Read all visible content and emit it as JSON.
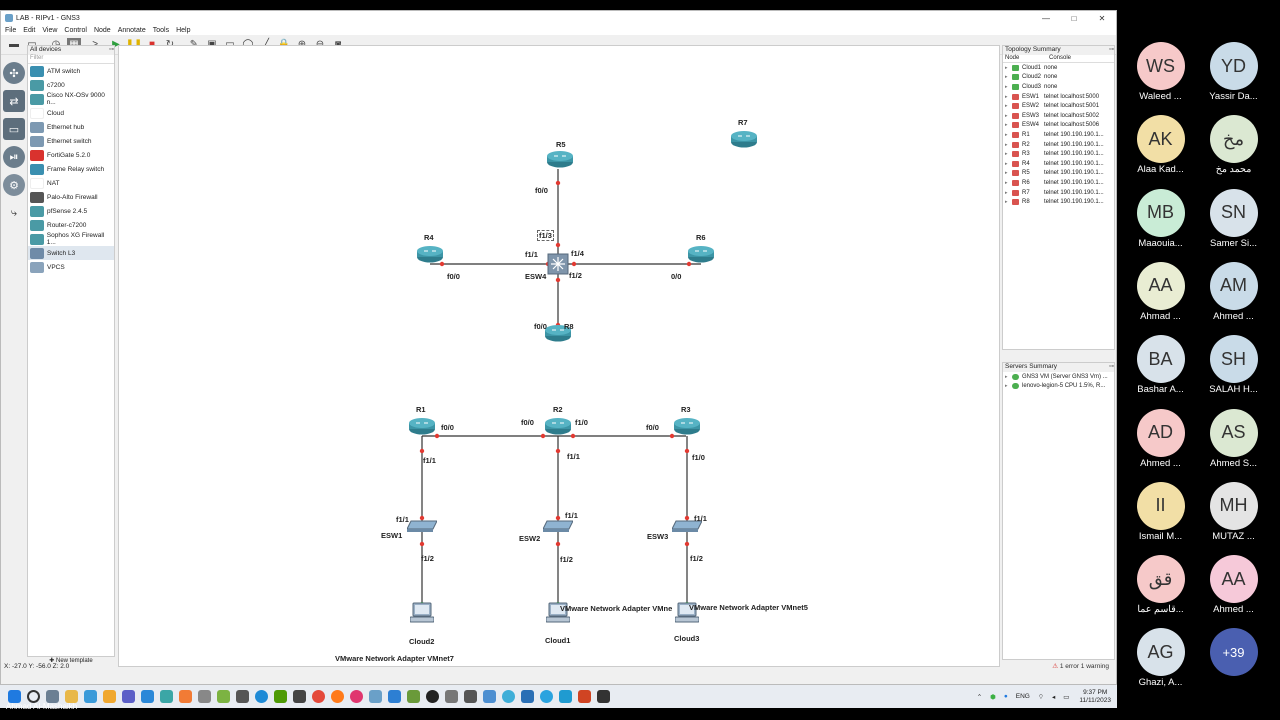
{
  "window": {
    "title": "LAB - RIPv1 - GNS3",
    "controls": [
      "—",
      "□",
      "✕"
    ]
  },
  "menu": [
    "File",
    "Edit",
    "View",
    "Control",
    "Node",
    "Annotate",
    "Tools",
    "Help"
  ],
  "devices_panel": {
    "title": "All devices",
    "filter_placeholder": "Filter",
    "items": [
      {
        "label": "ATM switch",
        "color": "#3a8fb0"
      },
      {
        "label": "c7200",
        "color": "#4a9aa5"
      },
      {
        "label": "Cisco NX-OSv 9000 n...",
        "color": "#4a9aa5"
      },
      {
        "label": "Cloud",
        "color": "#ffffff"
      },
      {
        "label": "Ethernet hub",
        "color": "#7d99b2"
      },
      {
        "label": "Ethernet switch",
        "color": "#7d99b2"
      },
      {
        "label": "FortiGate 5.2.0",
        "color": "#d9322e"
      },
      {
        "label": "Frame Relay switch",
        "color": "#3a8fb0"
      },
      {
        "label": "NAT",
        "color": "#ffffff"
      },
      {
        "label": "Palo-Alto Firewall",
        "color": "#555555"
      },
      {
        "label": "pfSense 2.4.5",
        "color": "#4a9aa5"
      },
      {
        "label": "Router-c7200",
        "color": "#4a9aa5"
      },
      {
        "label": "Sophos XG Firewall 1...",
        "color": "#4a9aa5"
      },
      {
        "label": "Switch L3",
        "color": "#6f8ba8",
        "selected": true
      },
      {
        "label": "VPCS",
        "color": "#8aa3bb"
      }
    ],
    "new_template": "New template"
  },
  "topology": {
    "nodes": [
      {
        "id": "R5",
        "label": "R5",
        "type": "router"
      },
      {
        "id": "R7",
        "label": "R7",
        "type": "router"
      },
      {
        "id": "R4",
        "label": "R4",
        "type": "router"
      },
      {
        "id": "R6",
        "label": "R6",
        "type": "router"
      },
      {
        "id": "ESW4",
        "label": "ESW4",
        "type": "switch-l3"
      },
      {
        "id": "R8",
        "label": "R8",
        "type": "router"
      },
      {
        "id": "R1",
        "label": "R1",
        "type": "router"
      },
      {
        "id": "R2",
        "label": "R2",
        "type": "router"
      },
      {
        "id": "R3",
        "label": "R3",
        "type": "router"
      },
      {
        "id": "ESW1",
        "label": "ESW1",
        "type": "switch"
      },
      {
        "id": "ESW2",
        "label": "ESW2",
        "type": "switch"
      },
      {
        "id": "ESW3",
        "label": "ESW3",
        "type": "switch"
      },
      {
        "id": "Cloud2",
        "label": "Cloud2",
        "type": "host"
      },
      {
        "id": "Cloud1",
        "label": "Cloud1",
        "type": "host"
      },
      {
        "id": "Cloud3",
        "label": "Cloud3",
        "type": "host"
      }
    ],
    "port_labels": [
      "f0/0",
      "f1/3",
      "f1/1",
      "f1/4",
      "f0/0",
      "f1/2",
      "0/0",
      "f0/0",
      "f0/0",
      "f0/0",
      "f1/0",
      "f0/0",
      "f1/1",
      "f1/1",
      "f1/0",
      "f1/1",
      "f1/1",
      "f1/1",
      "f1/2",
      "f1/2",
      "f1/2"
    ],
    "notes": [
      "VMware Network Adapter VMne",
      "VMware Network Adapter VMnet5",
      "VMware Network Adapter VMnet7"
    ]
  },
  "topology_summary": {
    "title": "Topology Summary",
    "col_node": "Node",
    "col_console": "Console",
    "rows": [
      {
        "node": "Cloud1",
        "console": "none",
        "status": "#4caf50"
      },
      {
        "node": "Cloud2",
        "console": "none",
        "status": "#4caf50"
      },
      {
        "node": "Cloud3",
        "console": "none",
        "status": "#4caf50"
      },
      {
        "node": "ESW1",
        "console": "telnet localhost:5000",
        "status": "#d9534f"
      },
      {
        "node": "ESW2",
        "console": "telnet localhost:5001",
        "status": "#d9534f"
      },
      {
        "node": "ESW3",
        "console": "telnet localhost:5002",
        "status": "#d9534f"
      },
      {
        "node": "ESW4",
        "console": "telnet localhost:5006",
        "status": "#d9534f"
      },
      {
        "node": "R1",
        "console": "telnet 190.190.190.1...",
        "status": "#d9534f"
      },
      {
        "node": "R2",
        "console": "telnet 190.190.190.1...",
        "status": "#d9534f"
      },
      {
        "node": "R3",
        "console": "telnet 190.190.190.1...",
        "status": "#d9534f"
      },
      {
        "node": "R4",
        "console": "telnet 190.190.190.1...",
        "status": "#d9534f"
      },
      {
        "node": "R5",
        "console": "telnet 190.190.190.1...",
        "status": "#d9534f"
      },
      {
        "node": "R6",
        "console": "telnet 190.190.190.1...",
        "status": "#d9534f"
      },
      {
        "node": "R7",
        "console": "telnet 190.190.190.1...",
        "status": "#d9534f"
      },
      {
        "node": "R8",
        "console": "telnet 190.190.190.1...",
        "status": "#d9534f"
      }
    ]
  },
  "servers_summary": {
    "title": "Servers Summary",
    "rows": [
      {
        "label": "GNS3 VM (Server GNS3 Vm) ...",
        "status": "#4caf50"
      },
      {
        "label": "lenovo-legion-5 CPU 1.5%, R...",
        "status": "#4caf50"
      }
    ]
  },
  "statusbar": {
    "coords": "X: -27.0 Y: -56.0 Z: 2.0",
    "errors": "1 error 1 warning"
  },
  "taskbar": {
    "lang": "ENG",
    "time": "9:37 PM",
    "date": "11/11/2023",
    "presenter": "Ahmad Al-Mashaikh"
  },
  "participants": [
    {
      "initials": "WS",
      "name": "Waleed ...",
      "color": "#f6c9c9"
    },
    {
      "initials": "YD",
      "name": "Yassir Da...",
      "color": "#c9dbe8"
    },
    {
      "initials": "AK",
      "name": "Alaa Kad...",
      "color": "#f2dfa6"
    },
    {
      "initials": "مخ",
      "name": "محمد مخ",
      "color": "#dbe8d2"
    },
    {
      "initials": "MB",
      "name": "Maaouia...",
      "color": "#c9ecd6"
    },
    {
      "initials": "SN",
      "name": "Samer Si...",
      "color": "#d8e2ea"
    },
    {
      "initials": "AA",
      "name": "Ahmad ...",
      "color": "#e9edd3"
    },
    {
      "initials": "AM",
      "name": "Ahmed ...",
      "color": "#c9dbe8"
    },
    {
      "initials": "BA",
      "name": "Bashar A...",
      "color": "#d8e2ea"
    },
    {
      "initials": "SH",
      "name": "SALAH H...",
      "color": "#c9dbe8"
    },
    {
      "initials": "AD",
      "name": "Ahmed ...",
      "color": "#f6c9c9"
    },
    {
      "initials": "AS",
      "name": "Ahmed S...",
      "color": "#dbe8d2"
    },
    {
      "initials": "II",
      "name": "Ismail M...",
      "color": "#f2dfa6"
    },
    {
      "initials": "MH",
      "name": "MUTAZ ...",
      "color": "#e4e4e4"
    },
    {
      "initials": "قق",
      "name": "قاسم عما...",
      "color": "#f6c9c9"
    },
    {
      "initials": "AA",
      "name": "Ahmed ...",
      "color": "#f6c9d9"
    },
    {
      "initials": "AG",
      "name": "Ghazi, A...",
      "color": "#d8e2ea"
    },
    {
      "initials": "+39",
      "name": "",
      "color": "#4a5fb0"
    }
  ]
}
